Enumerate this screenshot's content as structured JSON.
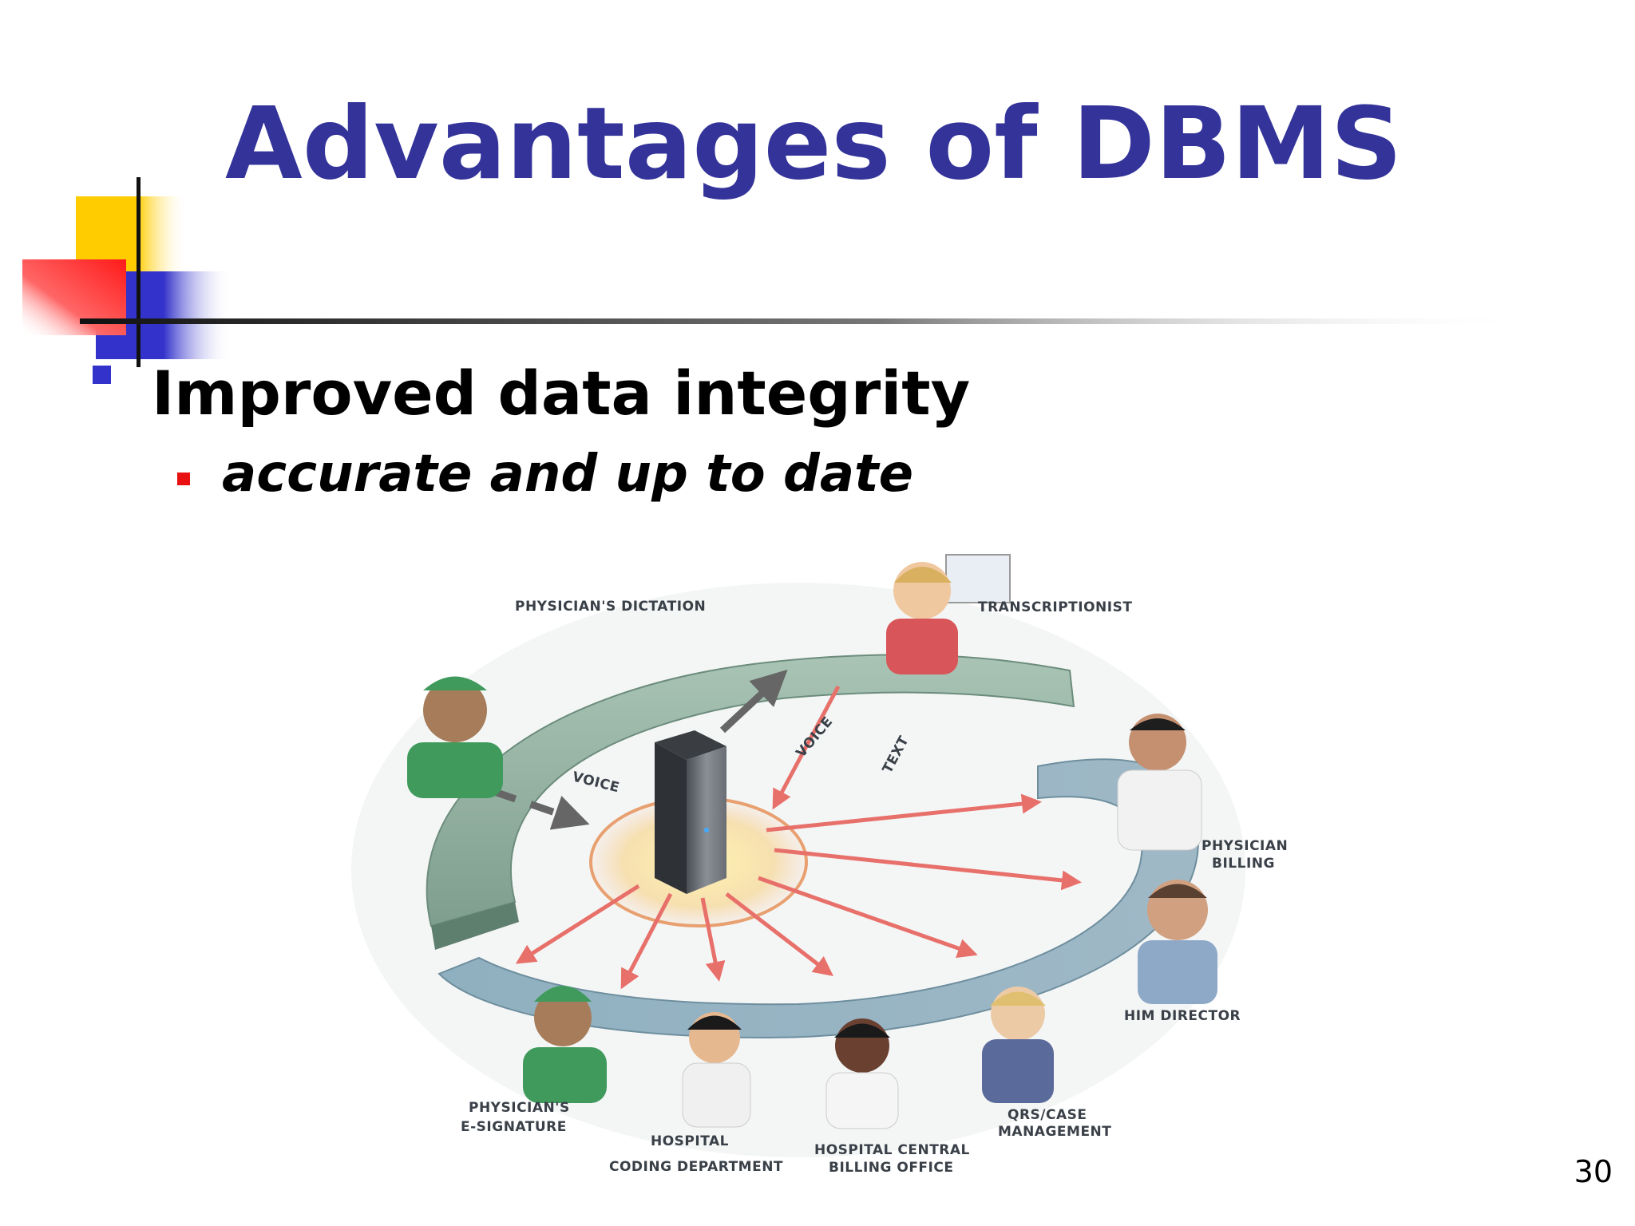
{
  "slide": {
    "title": "Advantages of DBMS",
    "bullet": "Improved data integrity",
    "sub_bullet": "accurate and up to date",
    "page_number": "30"
  },
  "figure": {
    "arrow_labels": {
      "voice_in": "VOICE",
      "voice_out": "VOICE",
      "text": "TEXT"
    },
    "labels": {
      "physicians_dictation": "PHYSICIAN'S DICTATION",
      "transcriptionist": "TRANSCRIPTIONIST",
      "physician_billing_1": "PHYSICIAN",
      "physician_billing_2": "BILLING",
      "him_director": "HIM DIRECTOR",
      "qrs_1": "QRS/CASE",
      "qrs_2": "MANAGEMENT",
      "central_billing_1": "HOSPITAL CENTRAL",
      "central_billing_2": "BILLING OFFICE",
      "coding_1": "HOSPITAL",
      "coding_2": "CODING DEPARTMENT",
      "esig_1": "PHYSICIAN'S",
      "esig_2": "E-SIGNATURE"
    }
  },
  "colors": {
    "title": "#33339a",
    "bullet_primary": "#3333cc",
    "bullet_secondary": "#e81010",
    "ring": "#8aac9c",
    "arrow": "#e8706a"
  }
}
